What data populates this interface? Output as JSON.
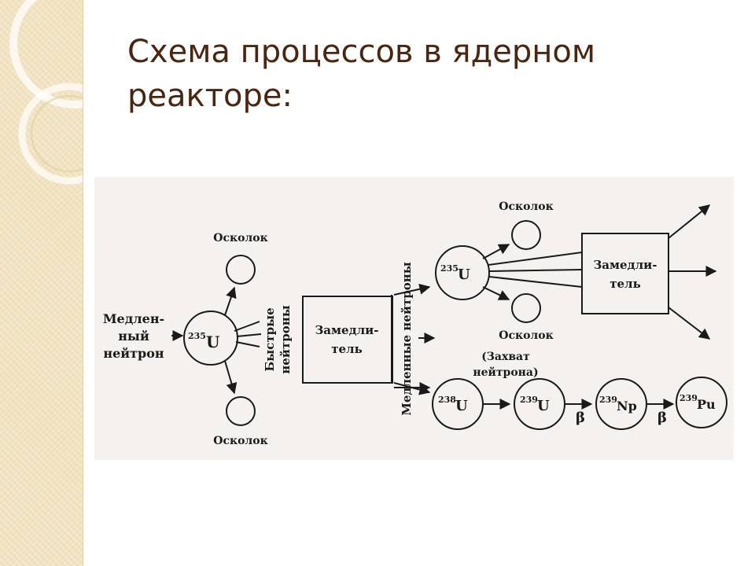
{
  "slide": {
    "title": "Схема процессов в ядерном реакторе",
    "title_colon": ":",
    "accent_color": "#4a2612",
    "band_color": "#f2e3c0"
  },
  "diagram": {
    "input_label_1": "Медлен-",
    "input_label_2": "ный",
    "input_label_3": "нейтрон",
    "fragment_label": "Осколок",
    "fast_neutrons_1": "Быстрые",
    "fast_neutrons_2": "нейтроны",
    "moderator_1": "Замедли-",
    "moderator_2": "тель",
    "slow_neutrons": "Медленные нейтроны",
    "capture_1": "(Захват",
    "capture_2": "нейтрона)",
    "beta": "β",
    "nuclei": {
      "u235_mass": "235",
      "u235_symbol": "U",
      "u238_mass": "238",
      "u238_symbol": "U",
      "u239_mass": "239",
      "u239_symbol": "U",
      "np239_mass": "239",
      "np239_symbol": "Np",
      "pu239_mass": "239",
      "pu239_symbol": "Pu"
    }
  }
}
